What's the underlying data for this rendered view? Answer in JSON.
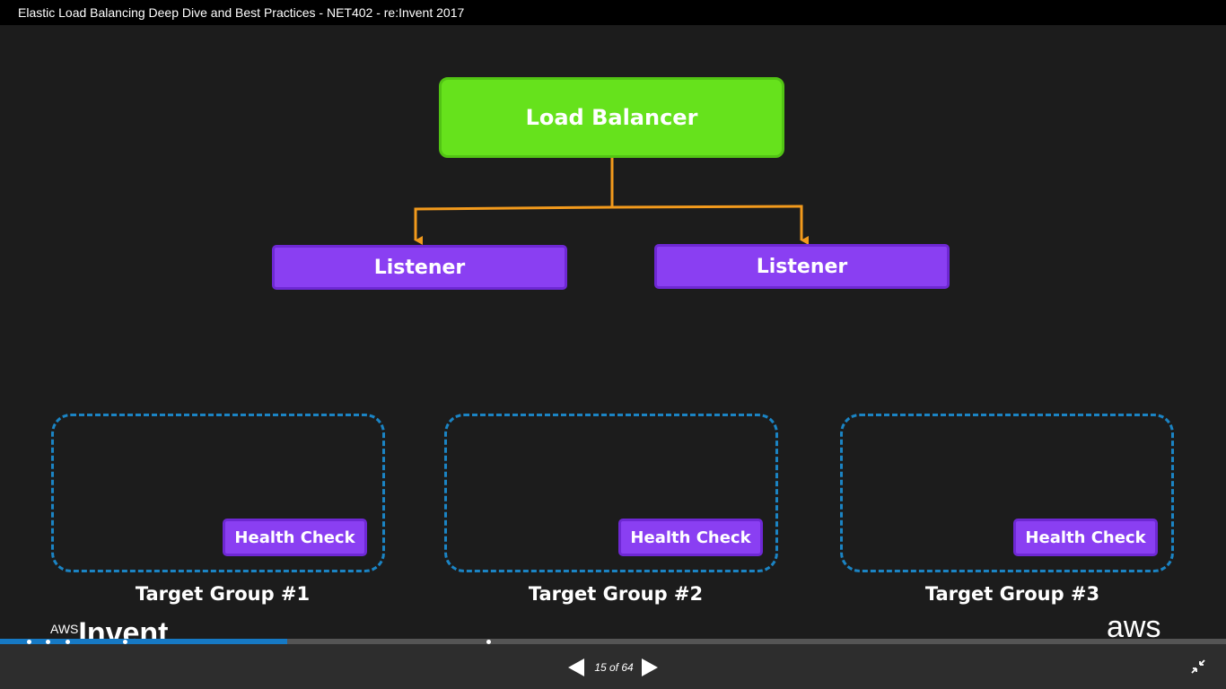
{
  "window": {
    "title": "Elastic Load Balancing Deep Dive and Best Practices - NET402 - re:Invent 2017"
  },
  "slide": {
    "load_balancer": "Load Balancer",
    "listeners": [
      "Listener",
      "Listener"
    ],
    "target_groups": [
      "Target Group #1",
      "Target Group #2",
      "Target Group #3"
    ],
    "health_check": "Health Check",
    "branding": {
      "reinvent_prefix": "AWS",
      "reinvent_text": "Invent",
      "aws_logo": "aws"
    }
  },
  "viewer": {
    "counter": "15 of 64",
    "current_slide": 15,
    "total_slides": 64,
    "progress_fraction": 0.234
  },
  "colors": {
    "load_balancer": "#66e21c",
    "purple": "#8a3ff2",
    "arrow": "#f29a1c",
    "dashed_border": "#1b84c4",
    "progress": "#1679c4"
  },
  "icons": {
    "prev": "triangle-left-icon",
    "next": "triangle-right-icon",
    "collapse": "collapse-arrows-icon"
  }
}
